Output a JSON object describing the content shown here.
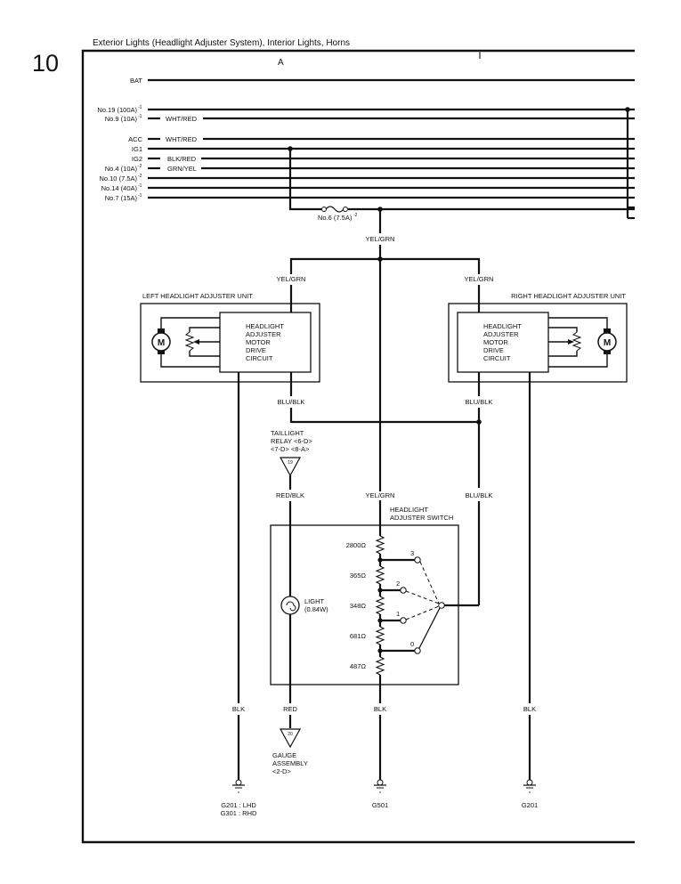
{
  "page": {
    "number": "10",
    "title": "Exterior Lights (Headlight Adjuster System), Interior Lights, Horns",
    "section_marker": "A"
  },
  "power_lines": [
    {
      "label": "BAT",
      "wire": ""
    },
    {
      "label": "No.19 (100A)",
      "sup": "-1",
      "wire": ""
    },
    {
      "label": "No.9 (10A)",
      "sup": "-1",
      "wire": "WHT/RED"
    },
    {
      "label": "ACC",
      "wire": "WHT/RED"
    },
    {
      "label": "IG1",
      "wire": ""
    },
    {
      "label": "IG2",
      "wire": "BLK/RED"
    },
    {
      "label": "No.4 (10A)",
      "sup": "-2",
      "wire": "GRN/YEL"
    },
    {
      "label": "No.10 (7.5A)",
      "sup": "-2",
      "wire": ""
    },
    {
      "label": "No.14 (40A)",
      "sup": "-1",
      "wire": ""
    },
    {
      "label": "No.7 (15A)",
      "sup": "-1",
      "wire": ""
    }
  ],
  "fuse": {
    "label": "No.6 (7.5A)",
    "sup": "-2"
  },
  "wires": {
    "feed": "YEL/GRN",
    "left_feed": "YEL/GRN",
    "right_feed": "YEL/GRN",
    "left_signal": "BLU/BLK",
    "right_signal": "BLU/BLK",
    "switch_signal": "BLU/BLK",
    "center": "YEL/GRN",
    "relay_out": "RED/BLK",
    "left_ground": "BLK",
    "gauge": "RED",
    "center_ground": "BLK",
    "right_ground": "BLK"
  },
  "left_unit": {
    "title": "LEFT HEADLIGHT ADJUSTER UNIT",
    "circuit_lines": [
      "HEADLIGHT",
      "ADJUSTER",
      "MOTOR",
      "DRIVE",
      "CIRCUIT"
    ],
    "motor": "M"
  },
  "right_unit": {
    "title": "RIGHT HEADLIGHT ADJUSTER UNIT",
    "circuit_lines": [
      "HEADLIGHT",
      "ADJUSTER",
      "MOTOR",
      "DRIVE",
      "CIRCUIT"
    ],
    "motor": "M"
  },
  "taillight_relay": {
    "lines": [
      "TAILLIGHT",
      "RELAY <6-D>",
      "<7-D> <8-A>"
    ],
    "connector": "19"
  },
  "switch": {
    "title_lines": [
      "HEADLIGHT",
      "ADJUSTER SWITCH"
    ],
    "light_lines": [
      "LIGHT",
      "(0.84W)"
    ],
    "resistors": [
      "2800Ω",
      "365Ω",
      "348Ω",
      "681Ω",
      "487Ω"
    ],
    "positions": [
      "3",
      "2",
      "1",
      "0"
    ]
  },
  "gauge": {
    "connector": "20",
    "lines": [
      "GAUGE",
      "ASSEMBLY",
      "<2-D>"
    ]
  },
  "grounds": {
    "left": [
      "G201 : LHD",
      "G301 : RHD"
    ],
    "center": [
      "G501"
    ],
    "right": [
      "G201"
    ]
  }
}
